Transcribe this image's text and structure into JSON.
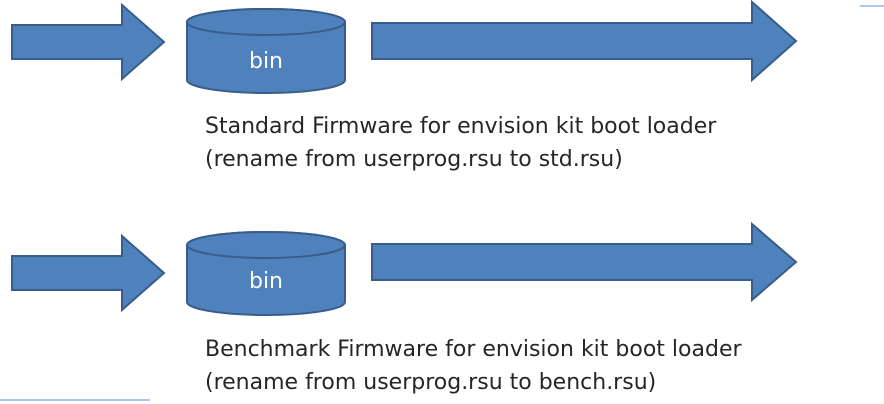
{
  "colors": {
    "shape_fill": "#4f81bd",
    "shape_stroke": "#385d8a",
    "shape_text": "#ffffff",
    "caption_text": "#262626",
    "accent_line": "#8eb4e3"
  },
  "firmware": [
    {
      "disk_label": "bin",
      "title": "Standard Firmware for envision kit boot loader",
      "note": "(rename from userprog.rsu to std.rsu)"
    },
    {
      "disk_label": "bin",
      "title": "Benchmark Firmware for envision kit boot loader",
      "note": "(rename from userprog.rsu to bench.rsu)"
    }
  ]
}
